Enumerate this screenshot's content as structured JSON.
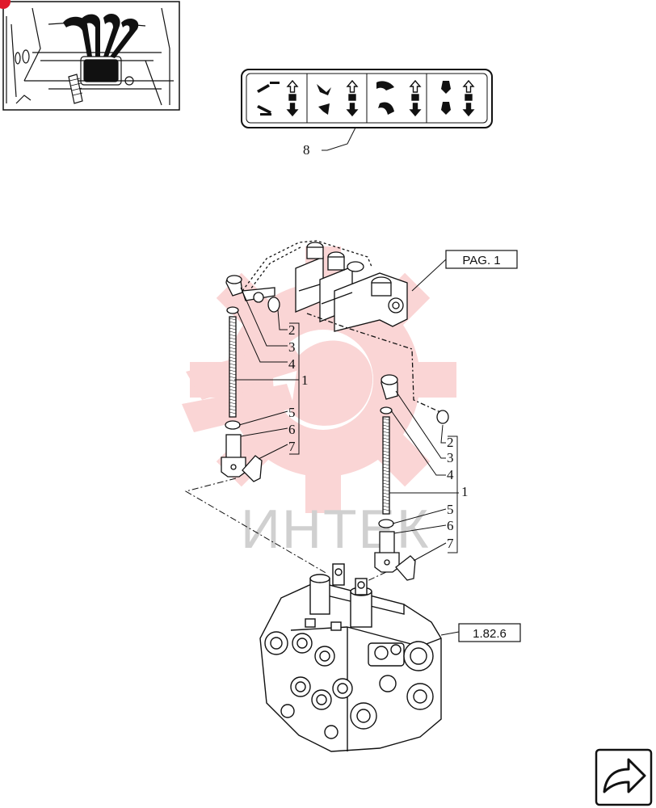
{
  "references": {
    "top": "PAG. 1",
    "bottom": "1.82.6"
  },
  "watermark": "ИНТЕК",
  "callouts": {
    "decal": "8",
    "left_group": [
      "2",
      "3",
      "4",
      "1",
      "5",
      "6",
      "7"
    ],
    "right_group": [
      "2",
      "3",
      "4",
      "1",
      "5",
      "6",
      "7"
    ]
  },
  "decal_icons": [
    [
      "tilt-up-icon",
      "tilt-down-icon"
    ],
    [
      "lift-up-icon",
      "lift-down-icon"
    ],
    [
      "bucket-up-icon",
      "bucket-down-icon"
    ],
    [
      "attachment-up-icon",
      "attachment-down-icon"
    ]
  ],
  "colors": {
    "line": "#111111",
    "watermark_gear": "#f6b3b3",
    "watermark_text": "#d0d0d0",
    "corner_badge": "#e0192c"
  }
}
